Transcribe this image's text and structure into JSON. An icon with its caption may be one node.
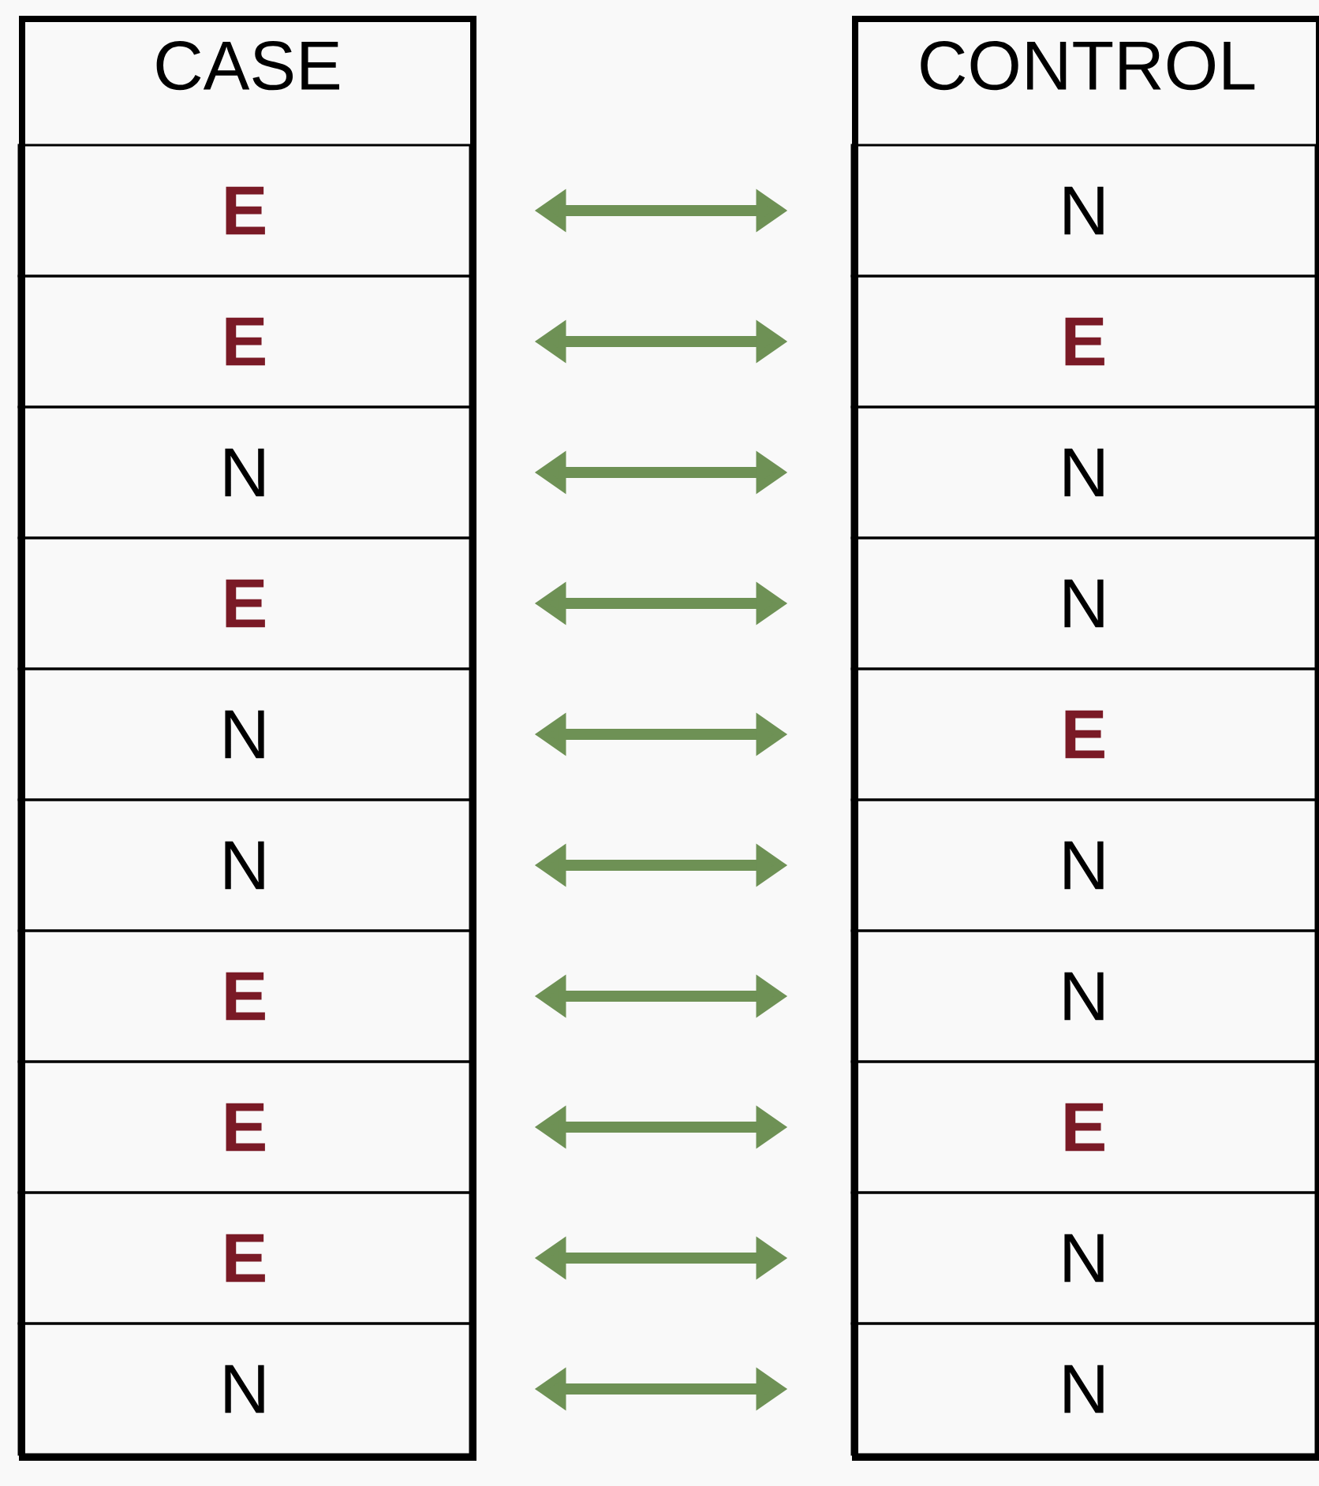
{
  "diagram": {
    "nodes": [
      {
        "text": [
          "CASE"
        ]
      },
      {
        "text": [
          "E"
        ],
        "in": 0
      },
      {
        "text": [
          "E"
        ],
        "in": 0
      },
      {
        "text": [
          "N"
        ],
        "in": 0
      },
      {
        "text": [
          "E"
        ],
        "in": 0
      },
      {
        "text": [
          "N"
        ],
        "in": 0
      },
      {
        "text": [
          "N"
        ],
        "in": 0
      },
      {
        "text": [
          "E"
        ],
        "in": 0
      },
      {
        "text": [
          "E"
        ],
        "in": 0
      },
      {
        "text": [
          "E"
        ],
        "in": 0
      },
      {
        "text": [
          "N"
        ],
        "in": 0
      },
      {
        "text": [
          "CONTROL"
        ]
      },
      {
        "text": [
          "N"
        ],
        "in": 11
      },
      {
        "text": [
          "E"
        ],
        "in": 11
      },
      {
        "text": [
          "N"
        ],
        "in": 11
      },
      {
        "text": [
          "N"
        ],
        "in": 11
      },
      {
        "text": [
          "E"
        ],
        "in": 11
      },
      {
        "text": [
          "N"
        ],
        "in": 11
      },
      {
        "text": [
          "N"
        ],
        "in": 11
      },
      {
        "text": [
          "E"
        ],
        "in": 11
      },
      {
        "text": [
          "N"
        ],
        "in": 11
      },
      {
        "text": [
          "N"
        ],
        "in": 11
      }
    ],
    "edges": [
      {
        "from": 1,
        "to": 12,
        "arrow": "both",
        "color": "#6e9155"
      },
      {
        "from": 2,
        "to": 13,
        "arrow": "both",
        "color": "#6e9155"
      },
      {
        "from": 3,
        "to": 14,
        "arrow": "both",
        "color": "#6e9155"
      },
      {
        "from": 4,
        "to": 15,
        "arrow": "both",
        "color": "#6e9155"
      },
      {
        "from": 5,
        "to": 16,
        "arrow": "both",
        "color": "#6e9155"
      },
      {
        "from": 6,
        "to": 17,
        "arrow": "both",
        "color": "#6e9155"
      },
      {
        "from": 7,
        "to": 18,
        "arrow": "both",
        "color": "#6e9155"
      },
      {
        "from": 8,
        "to": 19,
        "arrow": "both",
        "color": "#6e9155"
      },
      {
        "from": 9,
        "to": 20,
        "arrow": "both",
        "color": "#6e9155"
      },
      {
        "from": 10,
        "to": 21,
        "arrow": "both",
        "color": "#6e9155"
      }
    ]
  }
}
